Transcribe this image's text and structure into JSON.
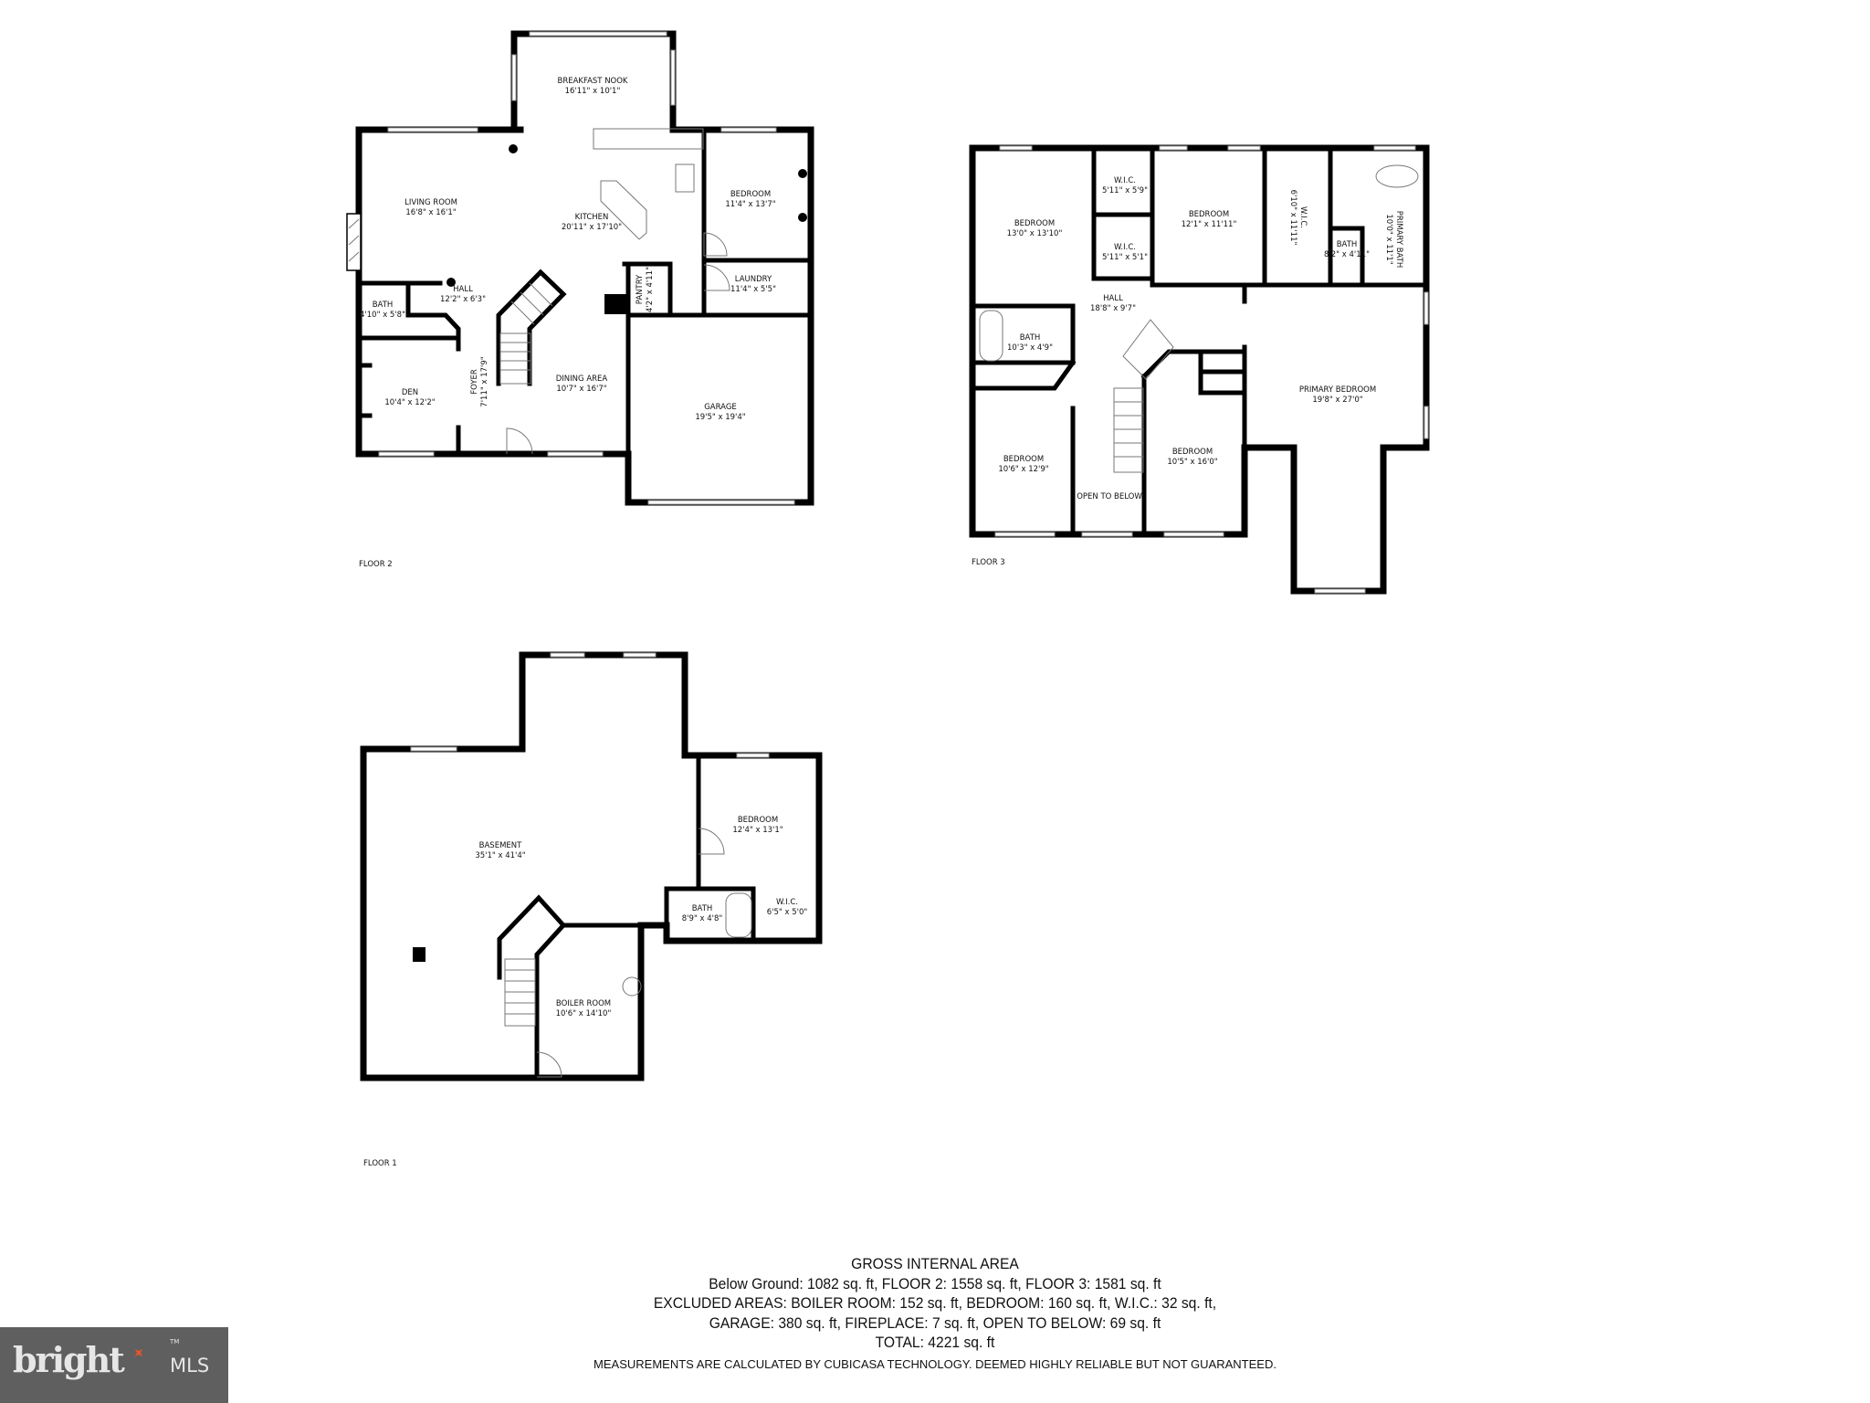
{
  "floors": {
    "floor2": {
      "label": "FLOOR 2",
      "rooms": [
        {
          "name": "BREAKFAST NOOK",
          "dims": "16'11\" x 10'1\""
        },
        {
          "name": "LIVING ROOM",
          "dims": "16'8\" x 16'1\""
        },
        {
          "name": "KITCHEN",
          "dims": "20'11\" x 17'10\""
        },
        {
          "name": "BEDROOM",
          "dims": "11'4\" x 13'7\""
        },
        {
          "name": "HALL",
          "dims": "12'2\" x 6'3\""
        },
        {
          "name": "BATH",
          "dims": "4'10\" x 5'8\""
        },
        {
          "name": "LAUNDRY",
          "dims": "11'4\" x 5'5\""
        },
        {
          "name": "PANTRY",
          "dims": "4'2\" x 4'11\""
        },
        {
          "name": "FOYER",
          "dims": "7'11\" x 17'9\""
        },
        {
          "name": "DEN",
          "dims": "10'4\" x 12'2\""
        },
        {
          "name": "DINING AREA",
          "dims": "10'7\" x 16'7\""
        },
        {
          "name": "GARAGE",
          "dims": "19'5\" x 19'4\""
        }
      ]
    },
    "floor3": {
      "label": "FLOOR 3",
      "rooms": [
        {
          "name": "BEDROOM",
          "dims": "13'0\" x 13'10\""
        },
        {
          "name": "W.I.C.",
          "dims": "5'11\" x 5'9\""
        },
        {
          "name": "BEDROOM",
          "dims": "12'1\" x 11'11\""
        },
        {
          "name": "W.I.C.",
          "dims": "6'10\" x 11'11\""
        },
        {
          "name": "PRIMARY BATH",
          "dims": "10'0\" x 11'1\""
        },
        {
          "name": "W.I.C.",
          "dims": "5'11\" x 5'1\""
        },
        {
          "name": "BATH",
          "dims": "8'2\" x 4'11\""
        },
        {
          "name": "HALL",
          "dims": "18'8\" x 9'7\""
        },
        {
          "name": "BATH",
          "dims": "10'3\" x 4'9\""
        },
        {
          "name": "PRIMARY BEDROOM",
          "dims": "19'8\" x 27'0\""
        },
        {
          "name": "BEDROOM",
          "dims": "10'6\" x 12'9\""
        },
        {
          "name": "BEDROOM",
          "dims": "10'5\" x 16'0\""
        },
        {
          "name": "OPEN TO BELOW",
          "dims": ""
        }
      ]
    },
    "floor1": {
      "label": "FLOOR 1",
      "rooms": [
        {
          "name": "BASEMENT",
          "dims": "35'1\" x 41'4\""
        },
        {
          "name": "BEDROOM",
          "dims": "12'4\" x 13'1\""
        },
        {
          "name": "BATH",
          "dims": "8'9\" x 4'8\""
        },
        {
          "name": "W.I.C.",
          "dims": "6'5\" x 5'0\""
        },
        {
          "name": "BOILER ROOM",
          "dims": "10'6\" x 14'10\""
        }
      ]
    }
  },
  "summary": {
    "title": "GROSS INTERNAL AREA",
    "line1": "Below Ground: 1082 sq. ft, FLOOR 2: 1558 sq. ft, FLOOR 3: 1581 sq. ft",
    "line2": "EXCLUDED AREAS: BOILER ROOM: 152 sq. ft, BEDROOM: 160 sq. ft, W.I.C.: 32 sq. ft,",
    "line3": "GARAGE: 380 sq. ft, FIREPLACE: 7 sq. ft, OPEN TO BELOW: 69 sq. ft",
    "total": "TOTAL: 4221 sq. ft",
    "disclaimer": "MEASUREMENTS ARE CALCULATED BY CUBICASA TECHNOLOGY. DEEMED HIGHLY RELIABLE BUT NOT GUARANTEED."
  },
  "logo": {
    "brand": "bright",
    "suffix": "MLS",
    "tm": "TM",
    "bg_color": "#5f5f5f",
    "accent_color": "#e2552b"
  }
}
